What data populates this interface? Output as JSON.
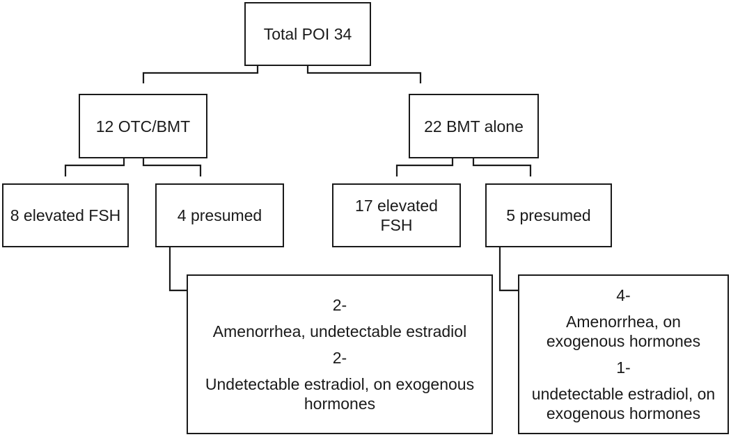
{
  "nodes": {
    "root": "Total POI 34",
    "otc_bmt": "12 OTC/BMT",
    "bmt_alone": "22 BMT alone",
    "otc_elevated": "8 elevated FSH",
    "otc_presumed": "4 presumed",
    "bmt_elevated": "17 elevated FSH",
    "bmt_presumed": "5 presumed"
  },
  "details": {
    "otc": {
      "count1": "2-",
      "text1": "Amenorrhea, undetectable estradiol",
      "count2": "2-",
      "text2": "Undetectable estradiol, on exogenous hormones"
    },
    "bmt": {
      "count1": "4-",
      "text1": "Amenorrhea, on exogenous hormones",
      "count2": "1-",
      "text2": "undetectable estradiol, on exogenous hormones"
    }
  }
}
